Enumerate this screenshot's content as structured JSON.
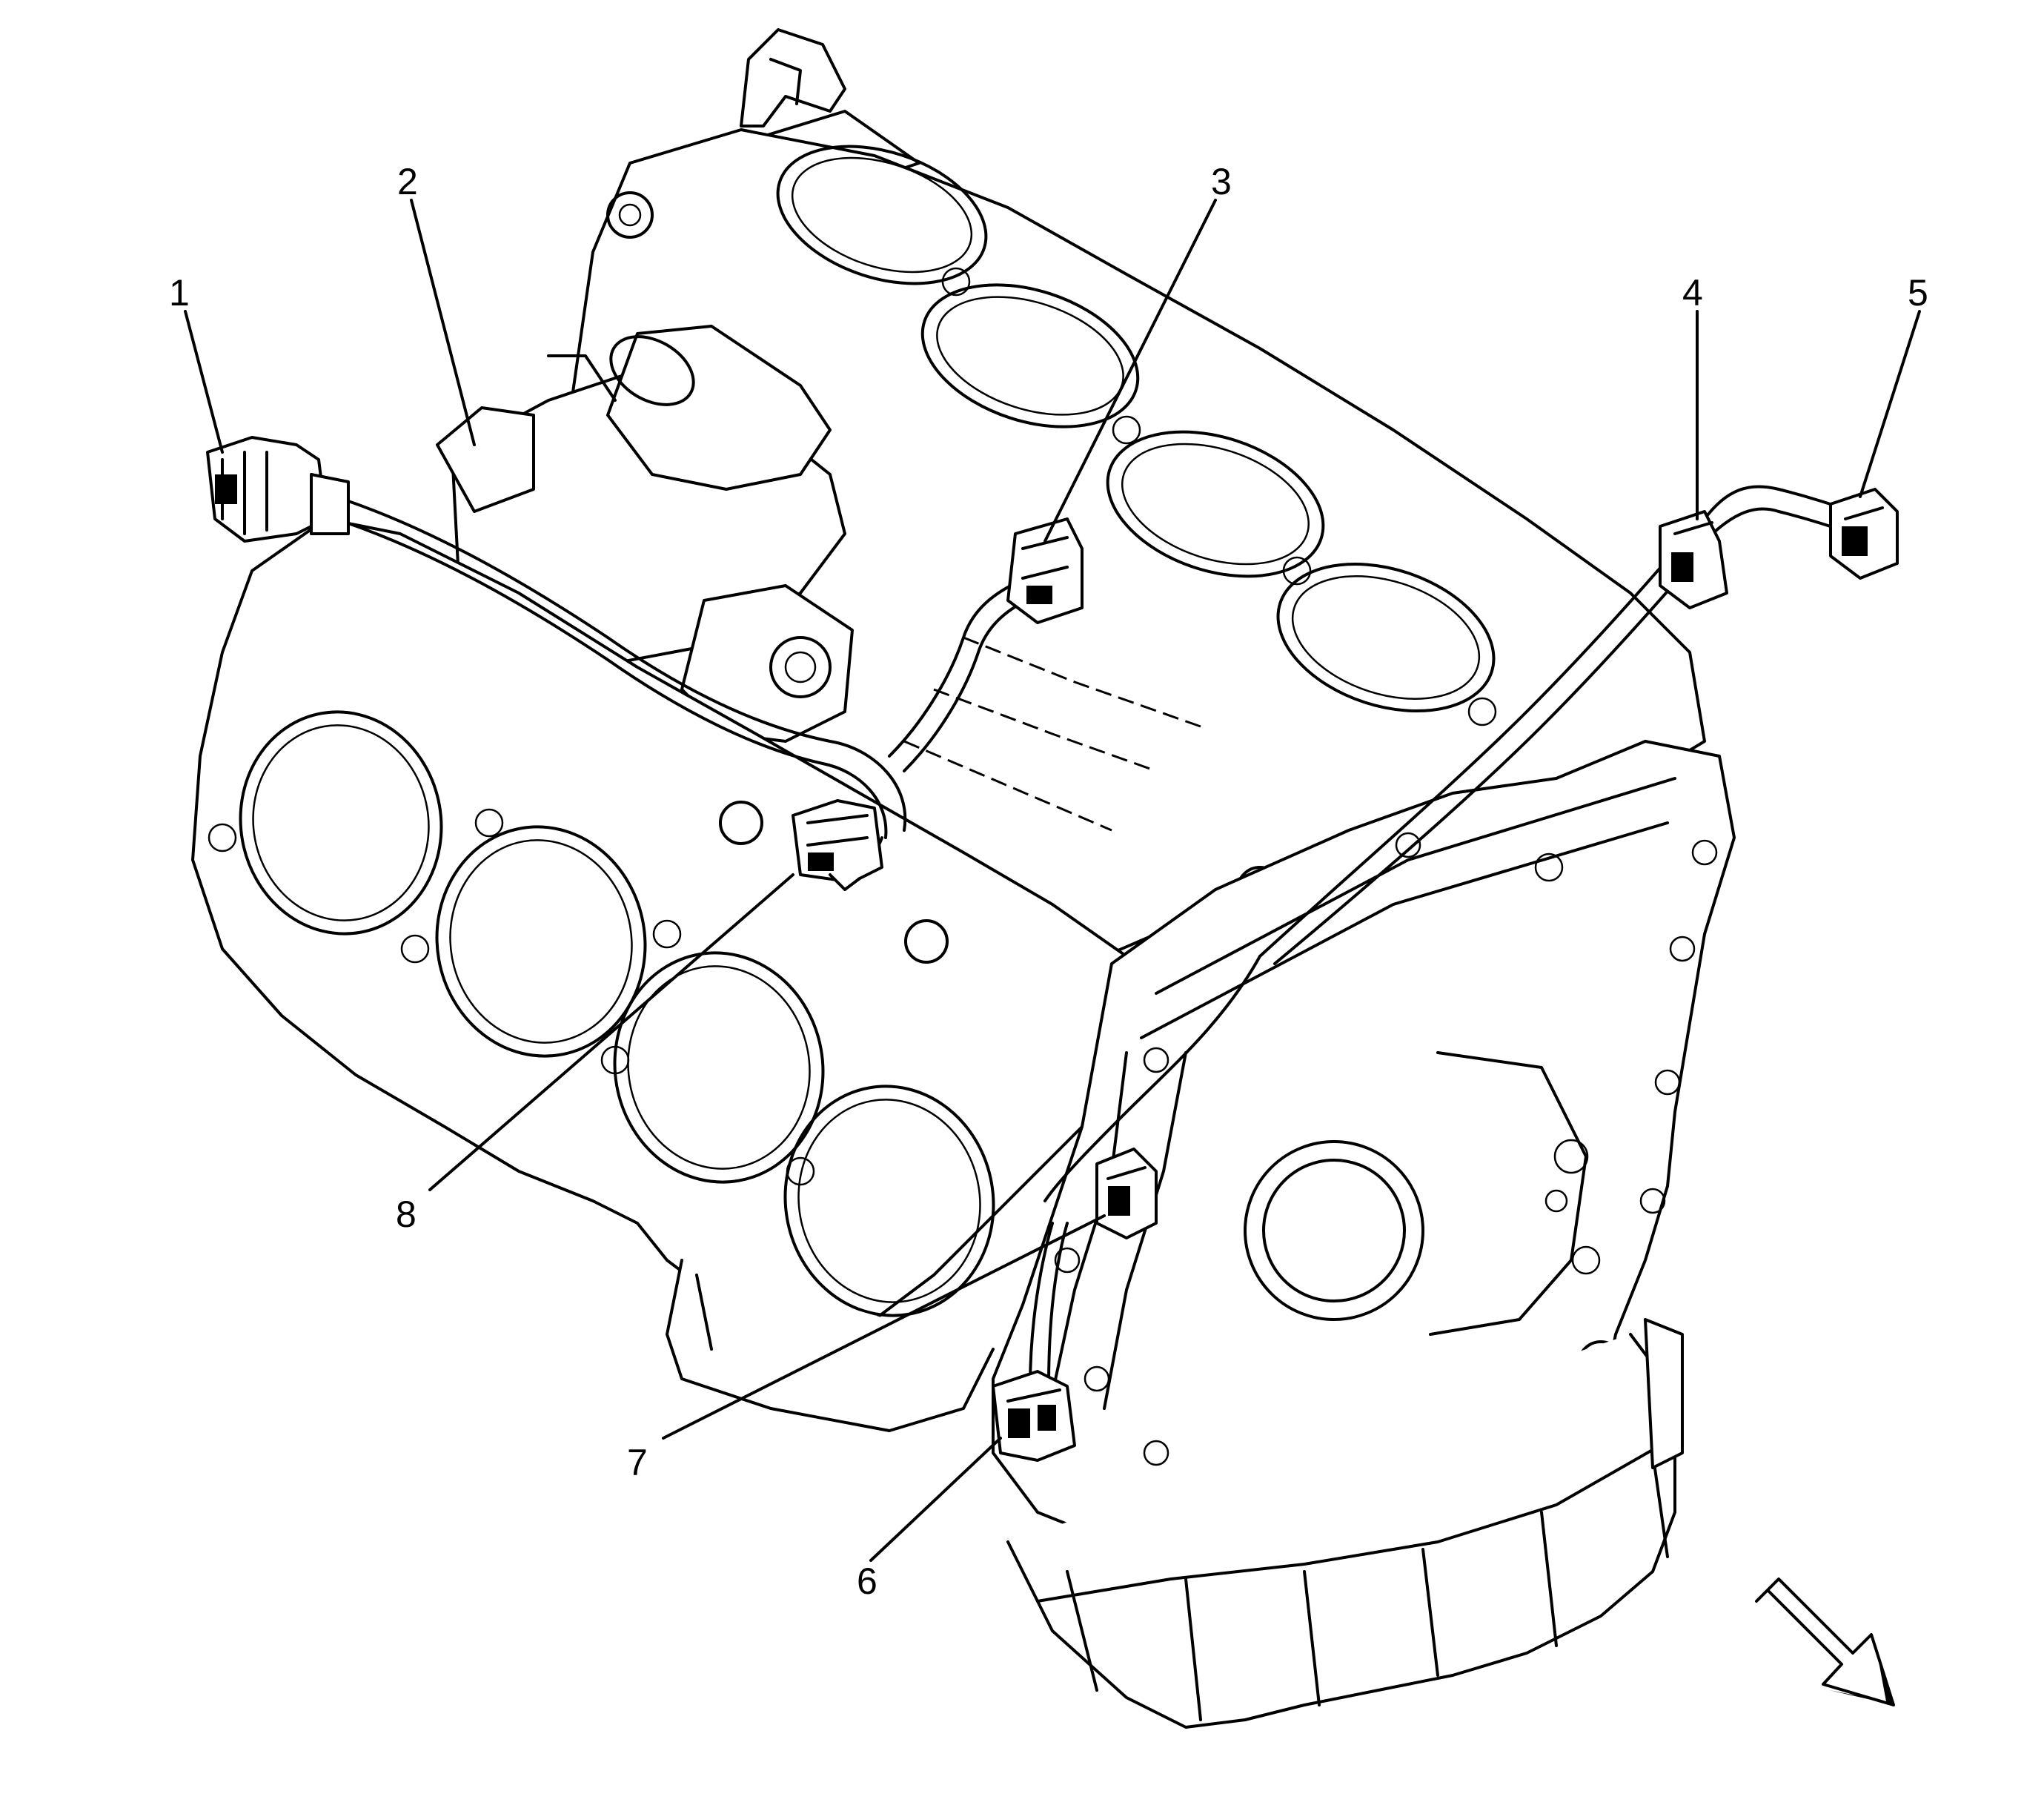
{
  "callouts": {
    "c1": "1",
    "c2": "2",
    "c3": "3",
    "c4": "4",
    "c5": "5",
    "c6": "6",
    "c7": "7",
    "c8": "8"
  },
  "icons": {
    "view_direction": "arrow-down-right-icon"
  },
  "colors": {
    "line": "#000000",
    "background": "#ffffff"
  }
}
